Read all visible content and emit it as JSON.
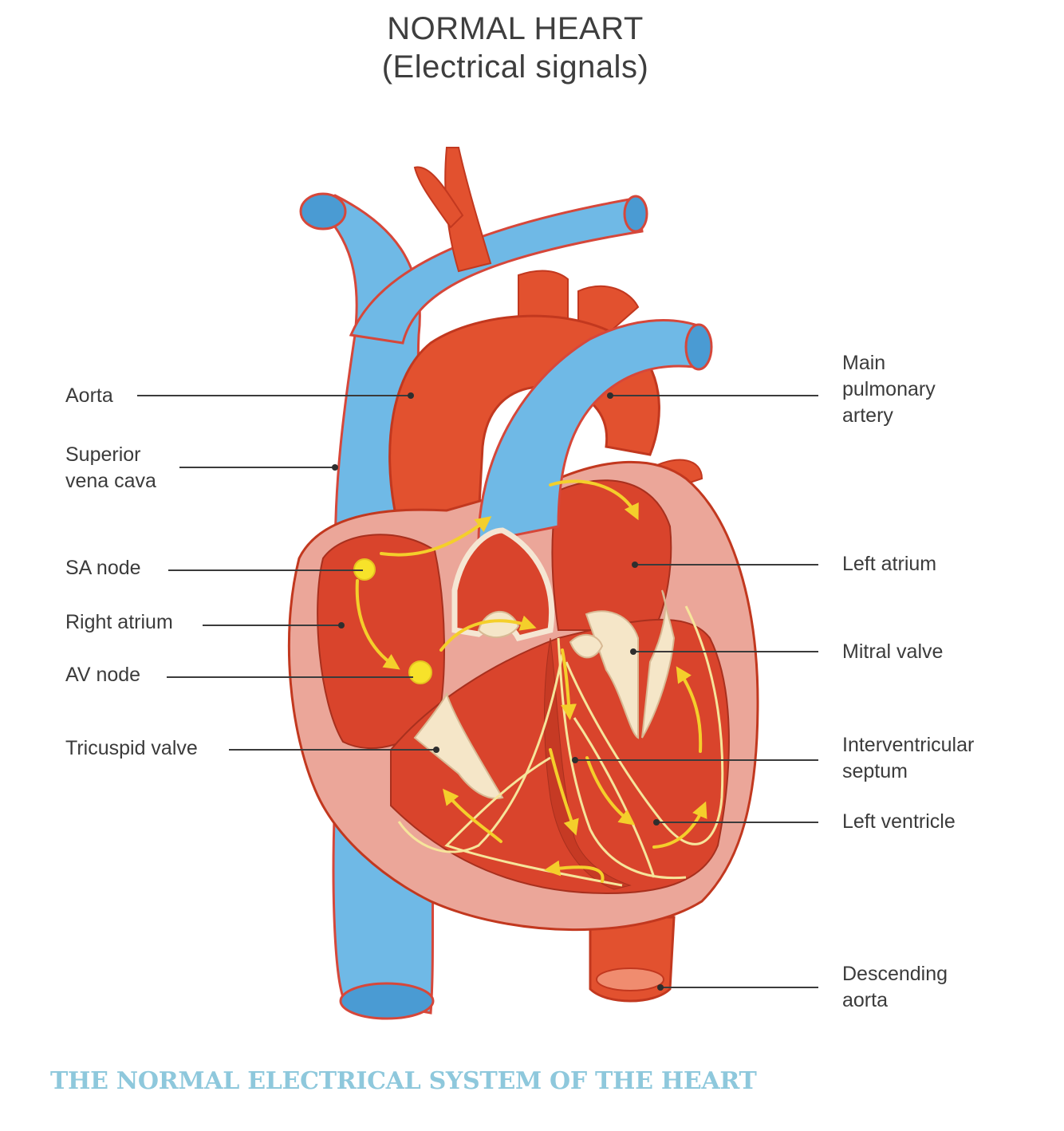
{
  "title": "NORMAL HEART",
  "subtitle": "(Electrical signals)",
  "labels": {
    "aorta": "Aorta",
    "superior_vena_cava": [
      "Superior",
      "vena cava"
    ],
    "sa_node": "SA node",
    "right_atrium": "Right atrium",
    "av_node": "AV node",
    "tricuspid_valve": "Tricuspid valve",
    "main_pulmonary_artery": [
      "Main",
      "pulmonary",
      "artery"
    ],
    "left_atrium": "Left atrium",
    "mitral_valve": "Mitral valve",
    "interventricular_septum": [
      "Interventricular",
      "septum"
    ],
    "left_ventricle": "Left ventricle",
    "descending_aorta": [
      "Descending",
      "aorta"
    ]
  },
  "caption": "THE NORMAL ELECTRICAL SYSTEM OF THE HEART",
  "colors": {
    "vein_blue": "#6fb9e6",
    "artery_red": "#e2512f",
    "muscle_pink": "#eba699",
    "chamber_red": "#d9442c",
    "signal_yellow": "#f4cf2b",
    "caption_blue": "#8ec8dc"
  }
}
